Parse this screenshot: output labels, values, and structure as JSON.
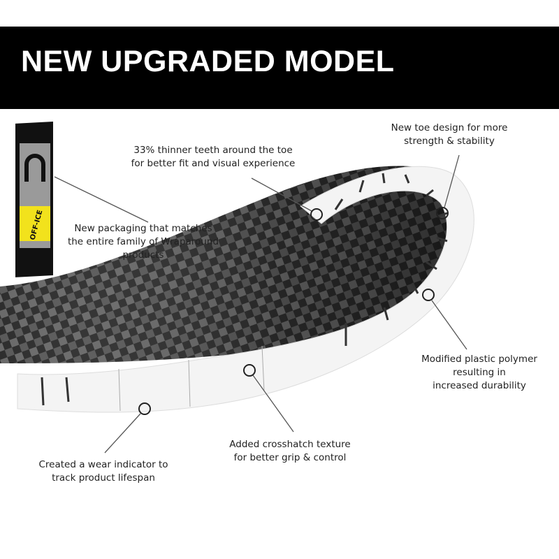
{
  "header": {
    "title": "NEW UPGRADED MODEL"
  },
  "callouts": {
    "teeth": [
      "33% thinner teeth around the toe",
      "for better fit and visual experience"
    ],
    "toe": [
      "New toe design for more",
      "strength & stability"
    ],
    "packaging": [
      "New packaging that matches",
      "the entire family of Wraparound",
      "products"
    ],
    "polymer": [
      "Modified plastic polymer",
      "resulting in",
      "increased durability"
    ],
    "texture": [
      "Added crosshatch texture",
      "for better grip & control"
    ],
    "wear": [
      "Created a wear indicator to",
      "track product lifespan"
    ]
  },
  "package": {
    "label": "OFF-ICE"
  },
  "colors": {
    "band": "#000000",
    "accent": "#f2e21c",
    "guard": "#f4f4f4",
    "blade": "#3a3a3a"
  }
}
